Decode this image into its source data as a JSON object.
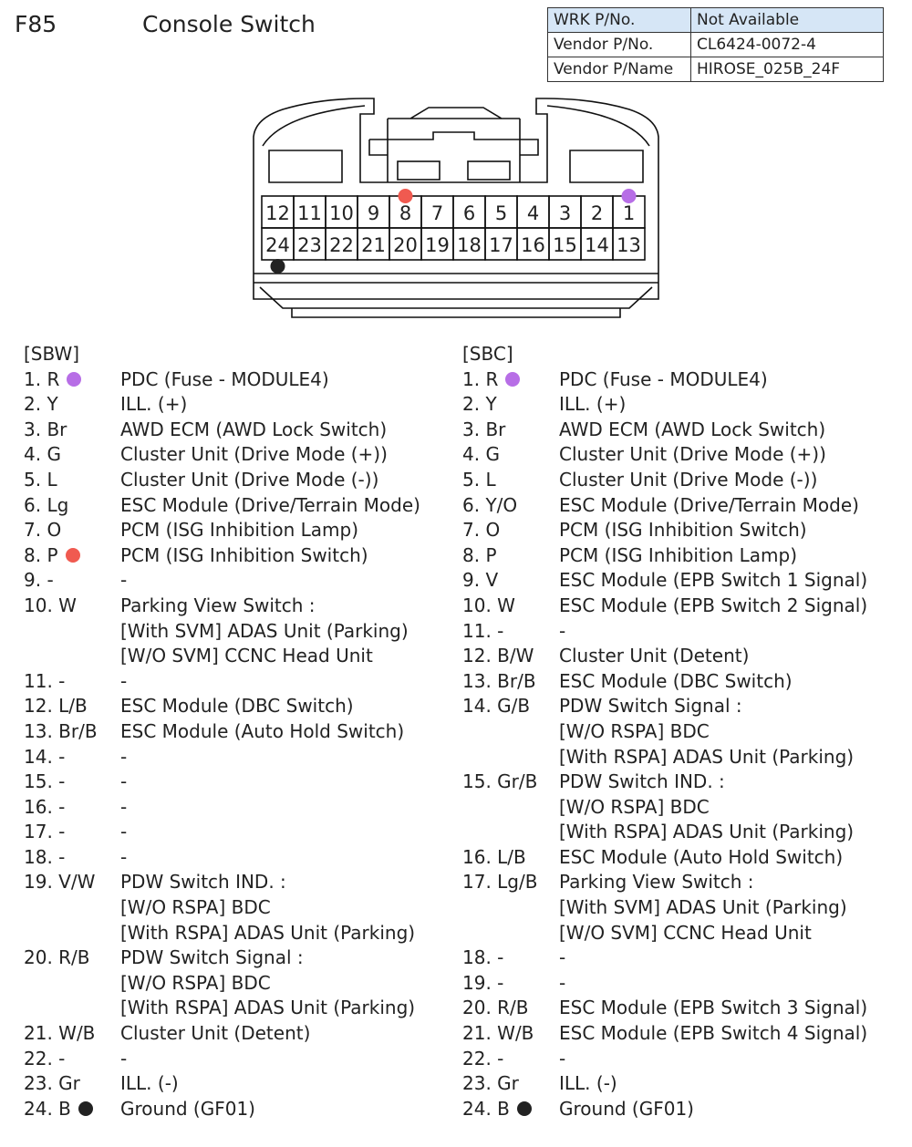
{
  "header": {
    "code": "F85",
    "name": "Console Switch"
  },
  "info": [
    [
      "WRK P/No.",
      "Not Available"
    ],
    [
      "Vendor P/No.",
      "CL6424-0072-4"
    ],
    [
      "Vendor P/Name",
      "HIROSE_025B_24F"
    ]
  ],
  "connector": {
    "top_row": [
      "12",
      "11",
      "10",
      "9",
      "8",
      "7",
      "6",
      "5",
      "4",
      "3",
      "2",
      "1"
    ],
    "bottom_row": [
      "24",
      "23",
      "22",
      "21",
      "20",
      "19",
      "18",
      "17",
      "16",
      "15",
      "14",
      "13"
    ],
    "markers": [
      {
        "pin": "8",
        "color": "#f05a50"
      },
      {
        "pin": "1",
        "color": "#b76ee6"
      },
      {
        "pin": "24",
        "color": "#222222"
      }
    ]
  },
  "sbw": {
    "label": "[SBW]",
    "pins": [
      {
        "pin": "1. R",
        "dot": "#b76ee6",
        "lines": [
          "PDC (Fuse - MODULE4)"
        ]
      },
      {
        "pin": "2. Y",
        "lines": [
          "ILL. (+)"
        ]
      },
      {
        "pin": "3. Br",
        "lines": [
          "AWD ECM (AWD Lock Switch)"
        ]
      },
      {
        "pin": "4. G",
        "lines": [
          "Cluster Unit (Drive Mode (+))"
        ]
      },
      {
        "pin": "5. L",
        "lines": [
          "Cluster Unit (Drive Mode (-))"
        ]
      },
      {
        "pin": "6. Lg",
        "lines": [
          "ESC Module (Drive/Terrain Mode)"
        ]
      },
      {
        "pin": "7. O",
        "lines": [
          "PCM (ISG Inhibition Lamp)"
        ]
      },
      {
        "pin": "8. P",
        "dot": "#f05a50",
        "lines": [
          "PCM (ISG Inhibition Switch)"
        ]
      },
      {
        "pin": "9. -",
        "lines": [
          "-"
        ]
      },
      {
        "pin": "10. W",
        "lines": [
          "Parking View Switch :",
          "[With SVM] ADAS Unit (Parking)",
          "[W/O SVM] CCNC Head Unit"
        ]
      },
      {
        "pin": "11. -",
        "lines": [
          "-"
        ]
      },
      {
        "pin": "12. L/B",
        "lines": [
          "ESC Module (DBC Switch)"
        ]
      },
      {
        "pin": "13. Br/B",
        "lines": [
          "ESC Module (Auto Hold Switch)"
        ]
      },
      {
        "pin": "14. -",
        "lines": [
          "-"
        ]
      },
      {
        "pin": "15. -",
        "lines": [
          "-"
        ]
      },
      {
        "pin": "16. -",
        "lines": [
          "-"
        ]
      },
      {
        "pin": "17. -",
        "lines": [
          "-"
        ]
      },
      {
        "pin": "18. -",
        "lines": [
          "-"
        ]
      },
      {
        "pin": "19. V/W",
        "lines": [
          "PDW Switch IND. :",
          "[W/O RSPA] BDC",
          "[With RSPA] ADAS Unit (Parking)"
        ]
      },
      {
        "pin": "20. R/B",
        "lines": [
          "PDW Switch Signal :",
          "[W/O RSPA] BDC",
          "[With RSPA] ADAS Unit (Parking)"
        ]
      },
      {
        "pin": "21. W/B",
        "lines": [
          "Cluster Unit (Detent)"
        ]
      },
      {
        "pin": "22. -",
        "lines": [
          "-"
        ]
      },
      {
        "pin": "23. Gr",
        "lines": [
          "ILL. (-)"
        ]
      },
      {
        "pin": "24. B",
        "dot": "#222222",
        "lines": [
          "Ground (GF01)"
        ]
      }
    ]
  },
  "sbc": {
    "label": "[SBC]",
    "pins": [
      {
        "pin": "1. R",
        "dot": "#b76ee6",
        "lines": [
          "PDC (Fuse - MODULE4)"
        ]
      },
      {
        "pin": "2. Y",
        "lines": [
          "ILL. (+)"
        ]
      },
      {
        "pin": "3. Br",
        "lines": [
          "AWD ECM (AWD Lock Switch)"
        ]
      },
      {
        "pin": "4. G",
        "lines": [
          "Cluster Unit (Drive Mode (+))"
        ]
      },
      {
        "pin": "5. L",
        "lines": [
          "Cluster Unit (Drive Mode (-))"
        ]
      },
      {
        "pin": "6. Y/O",
        "lines": [
          "ESC Module (Drive/Terrain Mode)"
        ]
      },
      {
        "pin": "7. O",
        "lines": [
          "PCM (ISG Inhibition Switch)"
        ]
      },
      {
        "pin": "8. P",
        "lines": [
          "PCM (ISG Inhibition Lamp)"
        ]
      },
      {
        "pin": "9. V",
        "lines": [
          "ESC Module (EPB Switch 1 Signal)"
        ]
      },
      {
        "pin": "10. W",
        "lines": [
          "ESC Module (EPB Switch 2 Signal)"
        ]
      },
      {
        "pin": "11. -",
        "lines": [
          "-"
        ]
      },
      {
        "pin": "12. B/W",
        "lines": [
          "Cluster Unit (Detent)"
        ]
      },
      {
        "pin": "13. Br/B",
        "lines": [
          "ESC Module (DBC Switch)"
        ]
      },
      {
        "pin": "14. G/B",
        "lines": [
          "PDW Switch Signal :",
          "[W/O RSPA] BDC",
          "[With RSPA] ADAS Unit (Parking)"
        ]
      },
      {
        "pin": "15. Gr/B",
        "lines": [
          "PDW Switch IND. :",
          "[W/O RSPA] BDC",
          "[With RSPA] ADAS Unit (Parking)"
        ]
      },
      {
        "pin": "16. L/B",
        "lines": [
          "ESC Module (Auto Hold Switch)"
        ]
      },
      {
        "pin": "17. Lg/B",
        "lines": [
          "Parking View Switch :",
          "[With SVM] ADAS Unit (Parking)",
          "[W/O SVM] CCNC Head Unit"
        ]
      },
      {
        "pin": "18. -",
        "lines": [
          "-"
        ]
      },
      {
        "pin": "19. -",
        "lines": [
          "-"
        ]
      },
      {
        "pin": "20. R/B",
        "lines": [
          "ESC Module (EPB Switch 3 Signal)"
        ]
      },
      {
        "pin": "21. W/B",
        "lines": [
          "ESC Module (EPB Switch 4 Signal)"
        ]
      },
      {
        "pin": "22. -",
        "lines": [
          "-"
        ]
      },
      {
        "pin": "23. Gr",
        "lines": [
          "ILL. (-)"
        ]
      },
      {
        "pin": "24. B",
        "dot": "#222222",
        "lines": [
          "Ground (GF01)"
        ]
      }
    ]
  }
}
